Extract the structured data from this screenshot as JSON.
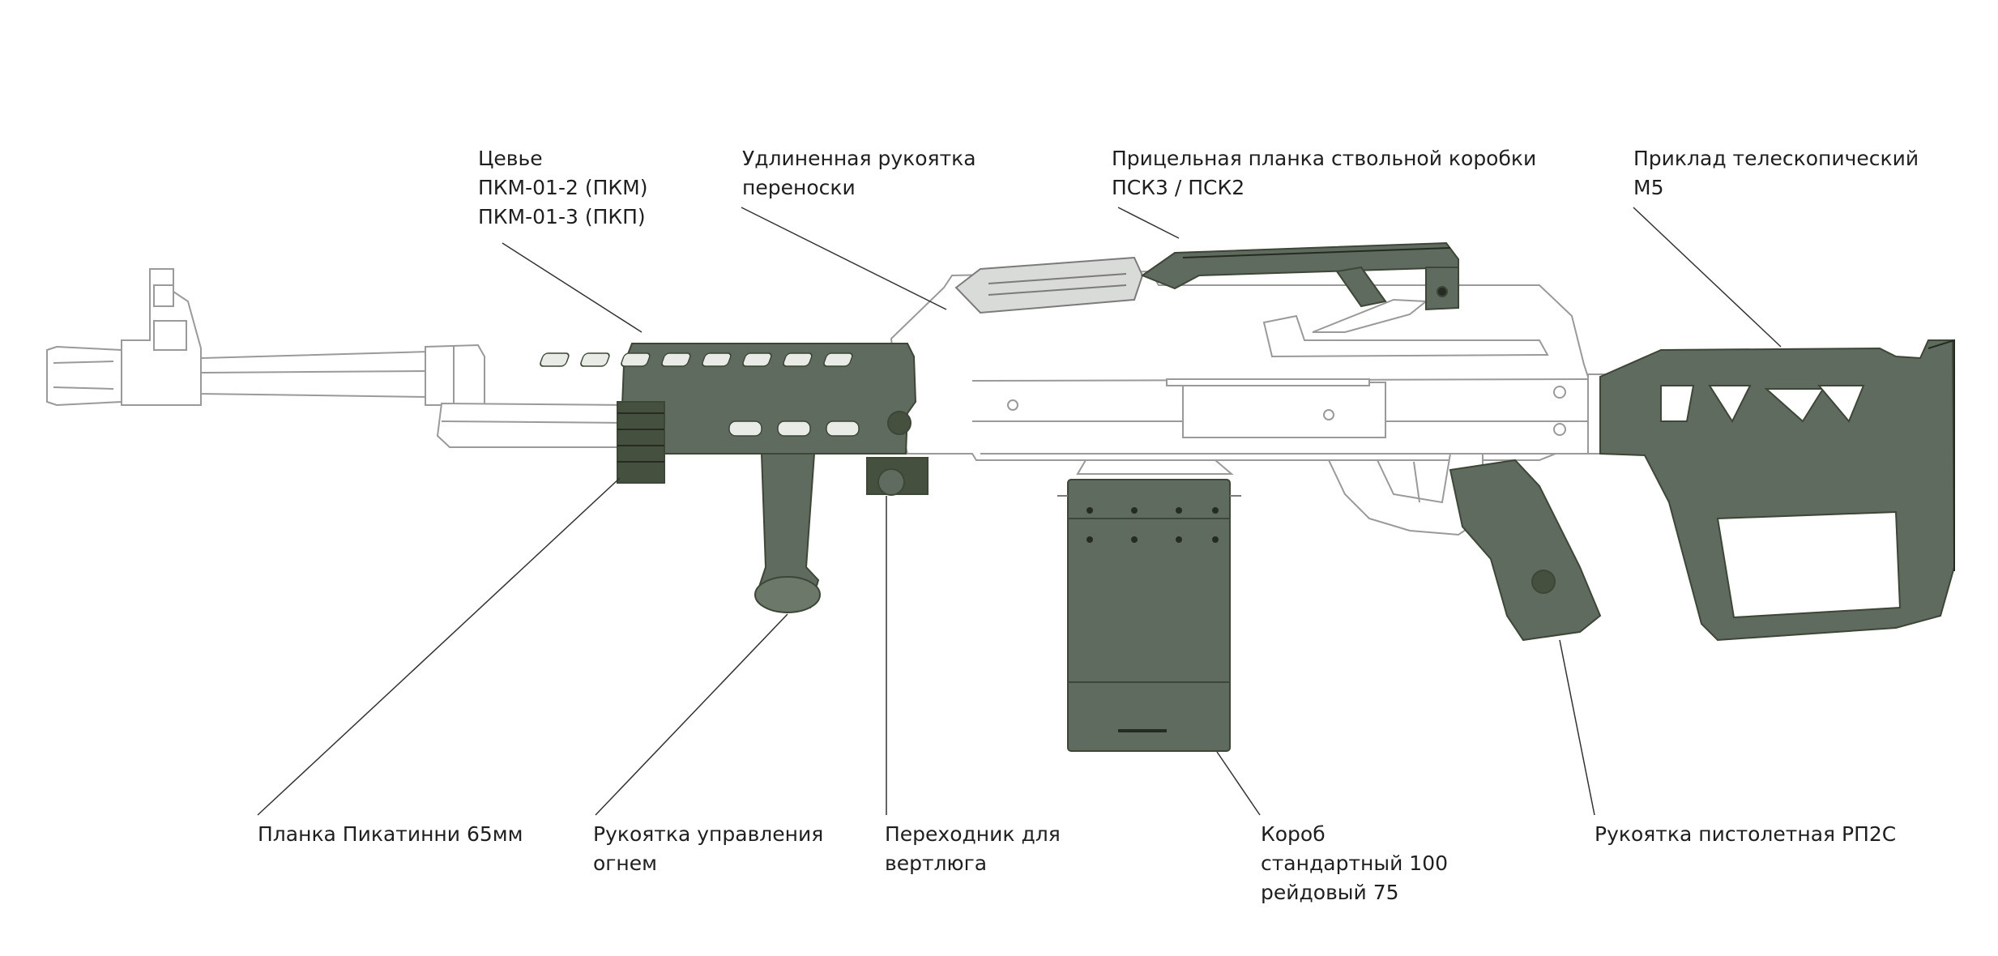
{
  "callouts": {
    "handguard": {
      "lines": [
        "Цевье",
        "ПКМ-01-2 (ПКМ)",
        "ПКМ-01-3 (ПКП)"
      ]
    },
    "carry_handle": {
      "lines": [
        "Удлиненная  рукоятка",
        "переноски"
      ]
    },
    "receiver_rail": {
      "lines": [
        "Прицельная планка ствольной коробки",
        "ПСК3 / ПСК2"
      ]
    },
    "stock": {
      "lines": [
        "Приклад телескопический",
        "М5"
      ]
    },
    "picatinny": {
      "lines": [
        "Планка Пикатинни 65мм"
      ]
    },
    "fire_grip": {
      "lines": [
        "Рукоятка управления",
        "огнем"
      ]
    },
    "swivel_adapter": {
      "lines": [
        "Переходник для",
        "вертлюга"
      ]
    },
    "ammo_box": {
      "lines": [
        "Короб",
        "стандартный 100",
        "рейдовый 75"
      ]
    },
    "pistol_grip": {
      "lines": [
        "Рукоятка пистолетная  РП2С"
      ]
    }
  },
  "colors": {
    "accessory_fill": "#5f6b5e",
    "accessory_dark": "#46503f",
    "outline": "#9a9a9a",
    "leader_line": "#333333"
  }
}
